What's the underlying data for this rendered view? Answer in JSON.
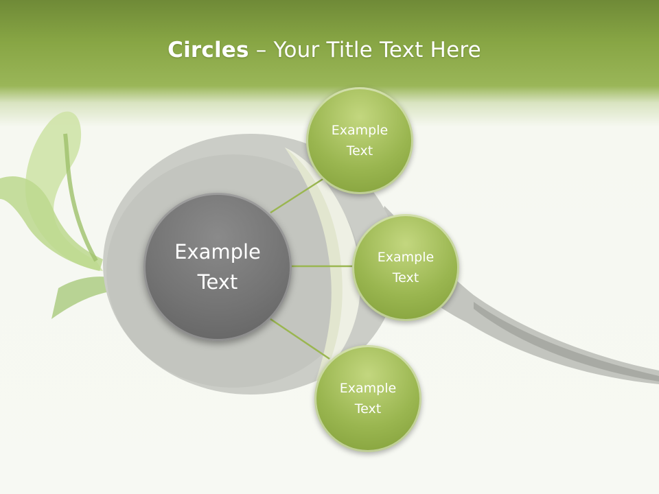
{
  "title": {
    "bold": "Circles",
    "separator": " – ",
    "rest": "Your Title Text Here"
  },
  "center": {
    "label": "Example\nText"
  },
  "nodes": [
    {
      "label": "Example\nText"
    },
    {
      "label": "Example\nText"
    },
    {
      "label": "Example\nText"
    }
  ],
  "colors": {
    "header_green": "#87a544",
    "node_green": "#9ab650",
    "center_gray": "#747474",
    "connector": "#9ab650"
  }
}
